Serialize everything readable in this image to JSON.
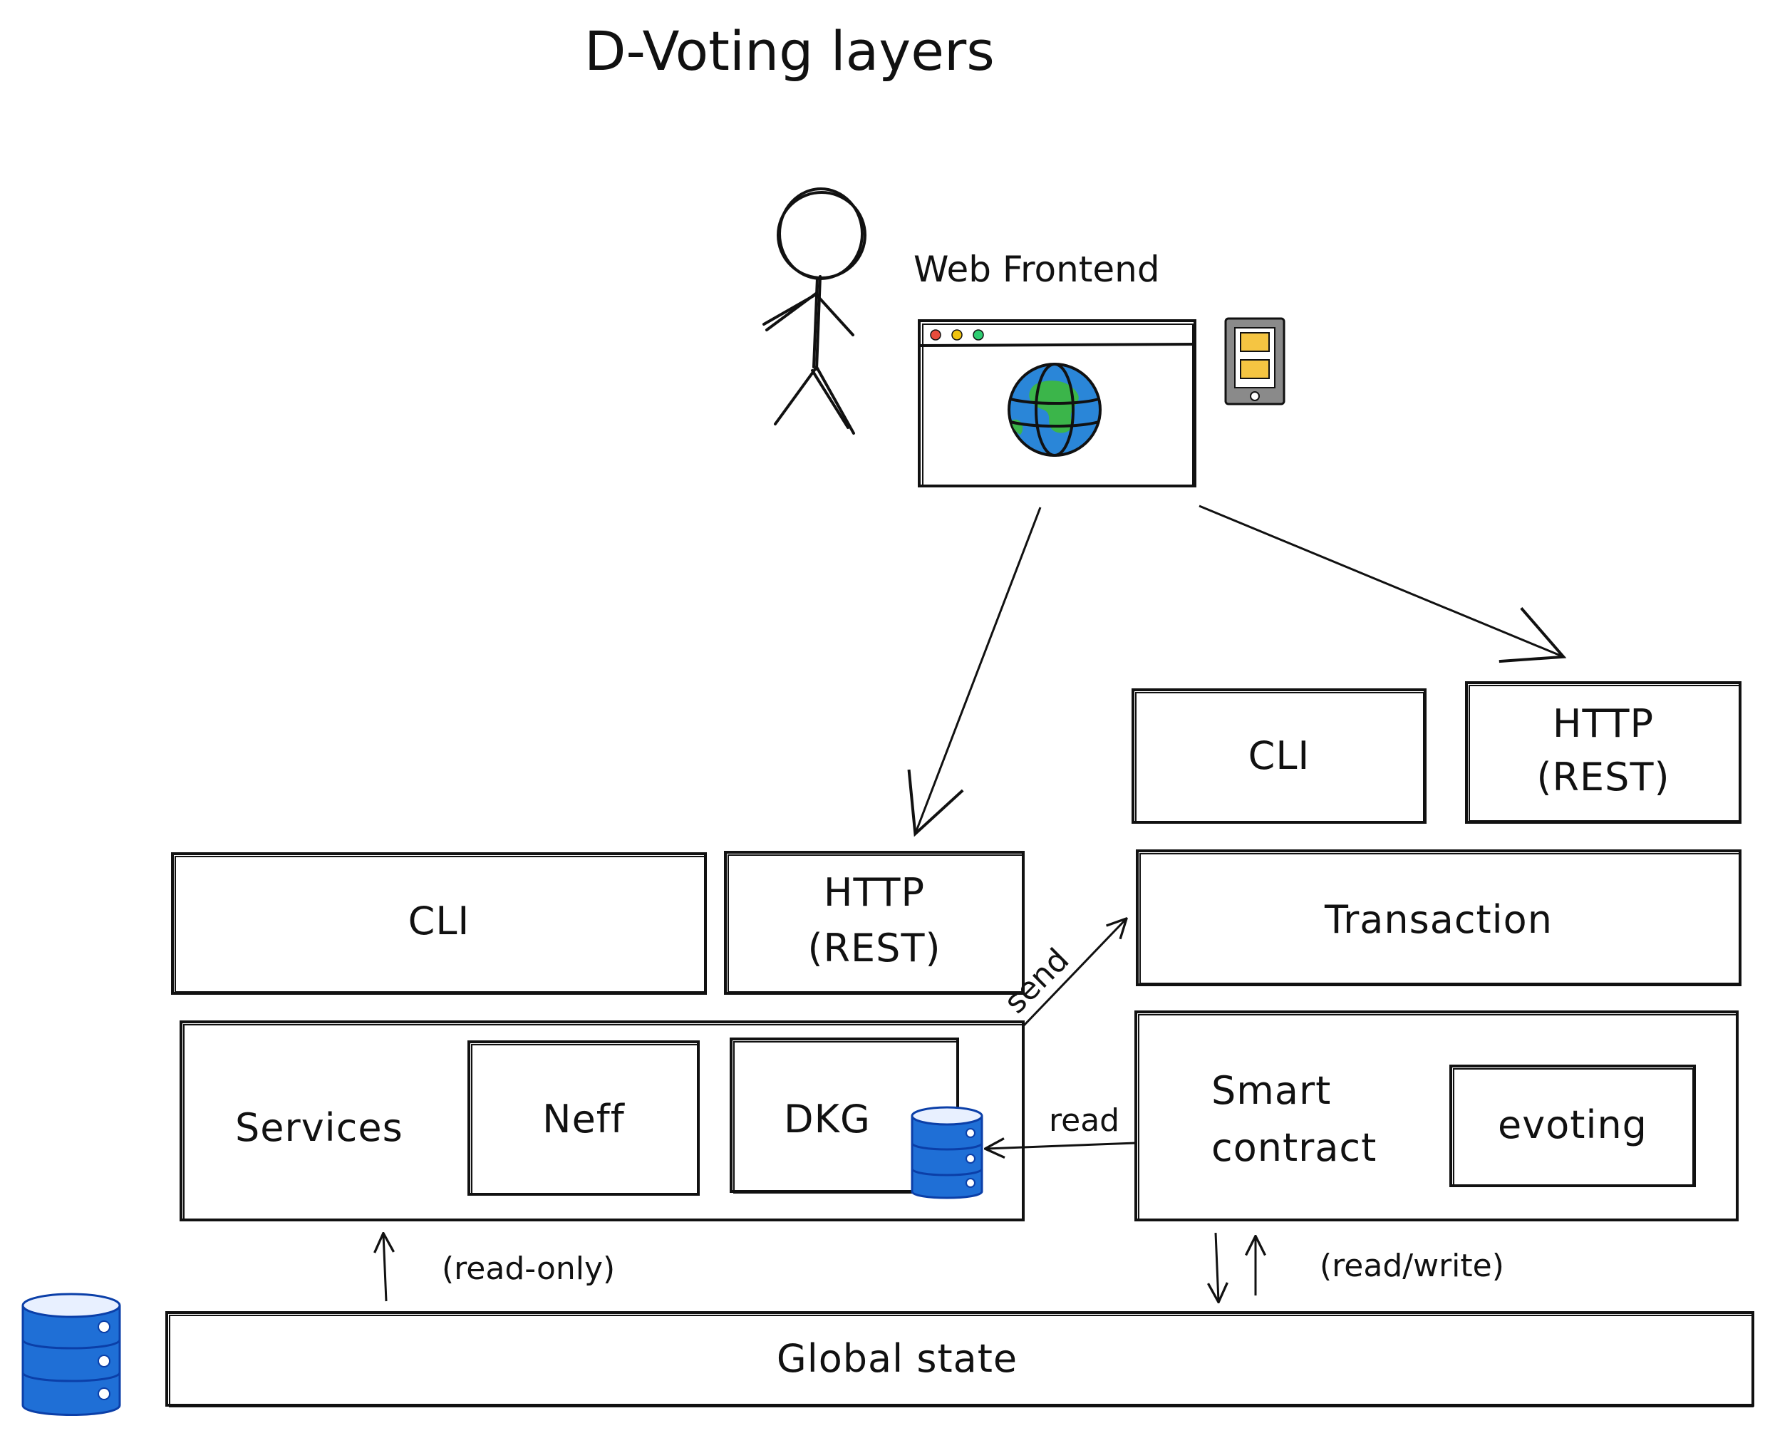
{
  "title": "D-Voting layers",
  "frontend": {
    "label": "Web Frontend",
    "icons": [
      "stick-figure-user",
      "browser-window-icon",
      "globe-icon",
      "mobile-phone-icon"
    ]
  },
  "left_stack": {
    "cli": "CLI",
    "http_line1": "HTTP",
    "http_line2": "(REST)",
    "services": "Services",
    "neff": "Neff",
    "dkg": "DKG"
  },
  "right_stack": {
    "cli": "CLI",
    "http_line1": "HTTP",
    "http_line2": "(REST)",
    "transaction": "Transaction",
    "smart_line1": "Smart",
    "smart_line2": "contract",
    "evoting": "evoting"
  },
  "edges": {
    "send": "send",
    "read": "read",
    "read_only": "(read-only)",
    "read_write": "(read/write)"
  },
  "global_state": "Global state",
  "colors": {
    "stroke": "#111111",
    "database": "#1f6fd6",
    "database_dark": "#0b3fa8",
    "globe_blue": "#2a86d8",
    "globe_green": "#3bb54a",
    "phone_gray": "#8a8a8a",
    "phone_yellow": "#f5c542",
    "dot_red": "#e74c3c",
    "dot_yellow": "#f1c40f",
    "dot_green": "#2ecc71"
  }
}
